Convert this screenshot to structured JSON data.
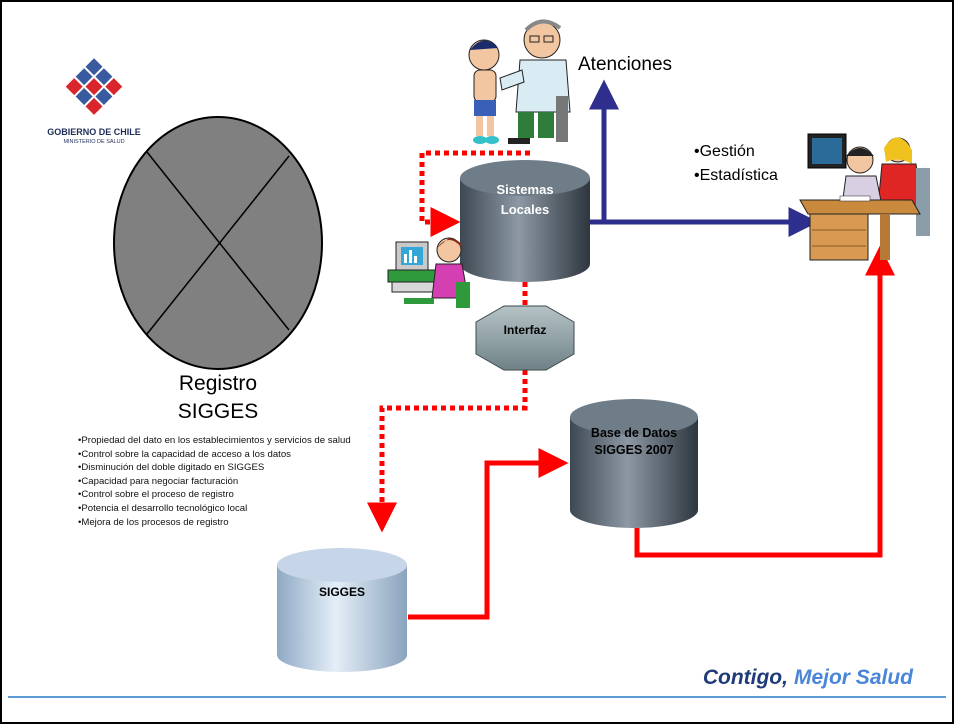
{
  "logo": {
    "line1": "GOBIERNO DE CHILE",
    "line2": "MINISTERIO DE SALUD"
  },
  "registro": {
    "line1": "Registro",
    "line2": "SIGGES"
  },
  "benefits": [
    "Propiedad del dato en los establecimientos y servicios de salud",
    "Control sobre la capacidad de acceso a los datos",
    "Disminución del doble digitado en SIGGES",
    "Capacidad para negociar facturación",
    "Control sobre el proceso de registro",
    "Potencia el desarrollo tecnológico local",
    "Mejora de los procesos de registro"
  ],
  "nodes": {
    "sistemas_locales_1": "Sistemas",
    "sistemas_locales_2": "Locales",
    "interfaz": "Interfaz",
    "base_datos_1": "Base de Datos",
    "base_datos_2": "SIGGES 2007",
    "sigges": "SIGGES"
  },
  "labels": {
    "atenciones": "Atenciones",
    "gestion": "•Gestión",
    "estadistica": "•Estadística"
  },
  "footer": {
    "slogan_part1": "Contigo,",
    "slogan_part2": "Mejor Salud"
  },
  "colors": {
    "red_flow": "#ff0000",
    "blue_flow": "#2e2e8c",
    "slogan_dark": "#1f3b7a",
    "slogan_light": "#4a86d8",
    "footer_rule": "#5b9bd5"
  }
}
